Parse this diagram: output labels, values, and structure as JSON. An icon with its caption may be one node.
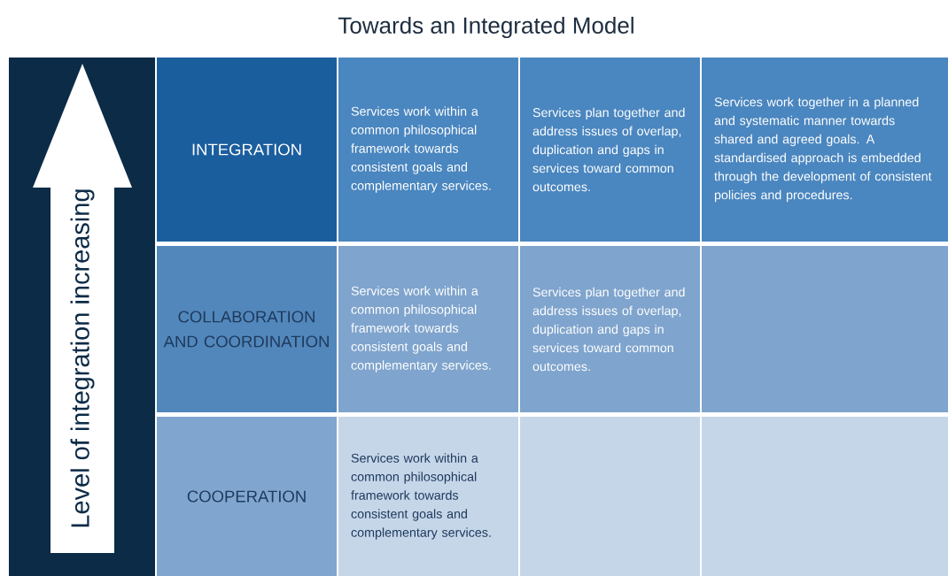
{
  "diagram": {
    "title": "Towards an Integrated Model",
    "nodes": [
      {
        "text": [
          "Level of integration increasing"
        ]
      },
      {
        "text": [
          "INTEGRATION"
        ]
      },
      {
        "text": [
          "Services work within a common philosophical framework towards consistent goals and complementary services."
        ]
      },
      {
        "text": [
          "Services plan together and address issues of overlap, duplication and gaps in services toward common outcomes."
        ]
      },
      {
        "text": [
          "Services work together in a planned and systematic manner towards shared and agreed goals. A standardised approach is embedded through the development of consistent policies and procedures."
        ]
      },
      {
        "text": [
          "COLLABORATION AND COORDINATION"
        ]
      },
      {
        "text": [
          "Services work within a common philosophical framework towards consistent goals and complementary services."
        ]
      },
      {
        "text": [
          "Services plan together and address issues of overlap, duplication and gaps in services toward common outcomes."
        ]
      },
      {
        "text": [],
        "shape": "box"
      },
      {
        "text": [
          "COOPERATION"
        ]
      },
      {
        "text": [
          "Services work within a common philosophical framework towards consistent goals and complementary services."
        ]
      },
      {
        "text": [],
        "shape": "box"
      },
      {
        "text": [],
        "shape": "box"
      }
    ],
    "edges": []
  }
}
